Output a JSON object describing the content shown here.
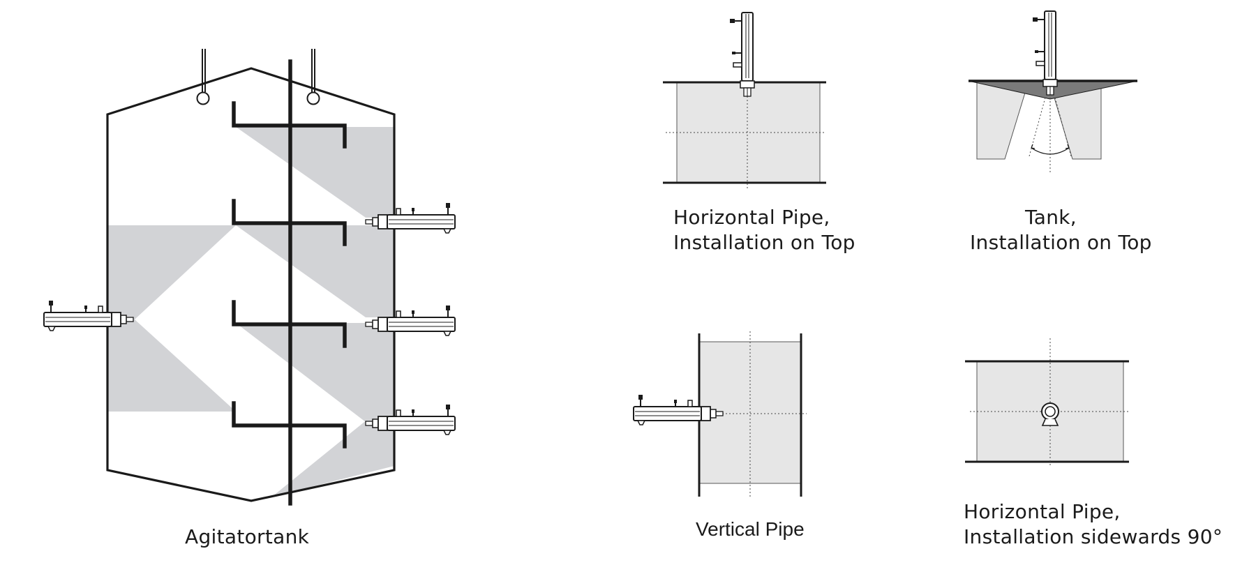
{
  "diagrams": {
    "agitator_tank": {
      "caption": "Agitatortank"
    },
    "horizontal_pipe_top": {
      "caption_line1": "Horizontal Pipe,",
      "caption_line2": "Installation on Top"
    },
    "tank_top": {
      "caption_line1": "Tank,",
      "caption_line2": "Installation on Top"
    },
    "vertical_pipe": {
      "caption": "Vertical Pipe"
    },
    "horizontal_pipe_side": {
      "caption_line1": "Horizontal Pipe,",
      "caption_line2": "Installation sidewards 90°"
    }
  },
  "colors": {
    "stroke": "#1a1a1a",
    "fill_light": "#e6e6e6",
    "fill_beam": "#d2d3d6",
    "fill_dark": "#7a7a7a",
    "background": "#ffffff"
  },
  "icons": {
    "sensor": "ultrasonic-probe-icon",
    "end_view": "probe-end-view-icon"
  }
}
